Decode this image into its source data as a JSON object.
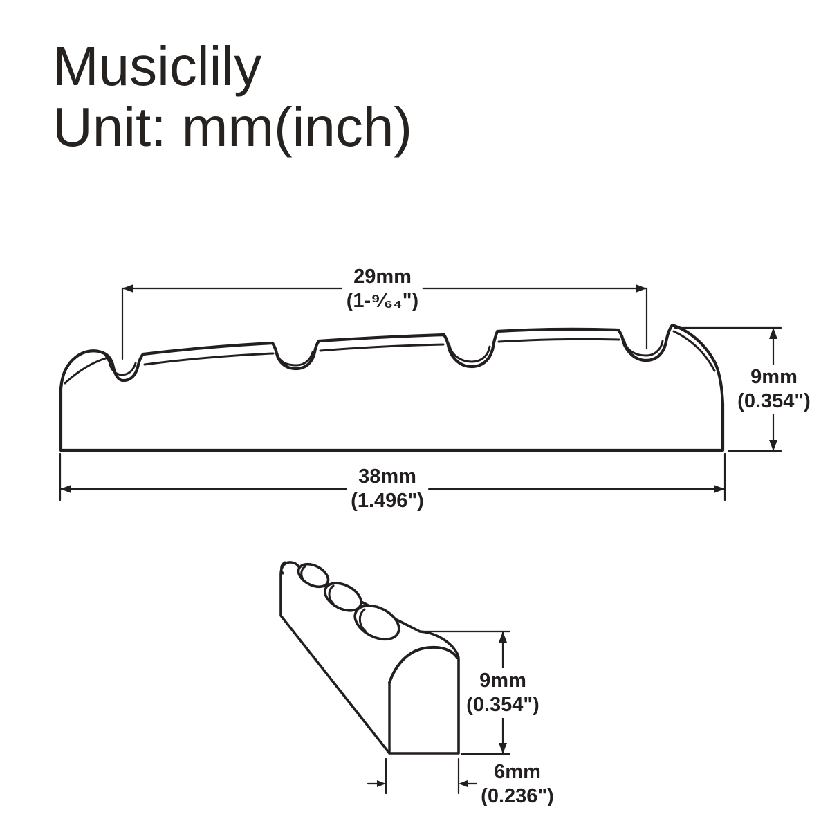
{
  "header": {
    "brand": "Musiclily",
    "unit_label": "Unit: mm(inch)"
  },
  "colors": {
    "line": "#231f20",
    "text": "#262220",
    "background": "#ffffff"
  },
  "front_view": {
    "description": "bass nut front elevation with 4 string slots",
    "slot_count": 4,
    "dimensions": {
      "top_width": {
        "mm": "29mm",
        "inch": "(1-⁹⁄₆₄\")"
      },
      "height": {
        "mm": "9mm",
        "inch": "(0.354\")"
      },
      "bottom_width": {
        "mm": "38mm",
        "inch": "(1.496\")"
      }
    }
  },
  "side_view": {
    "description": "bass nut perspective end view",
    "dimensions": {
      "height": {
        "mm": "9mm",
        "inch": "(0.354\")"
      },
      "base_width": {
        "mm": "6mm",
        "inch": "(0.236\")"
      }
    }
  }
}
